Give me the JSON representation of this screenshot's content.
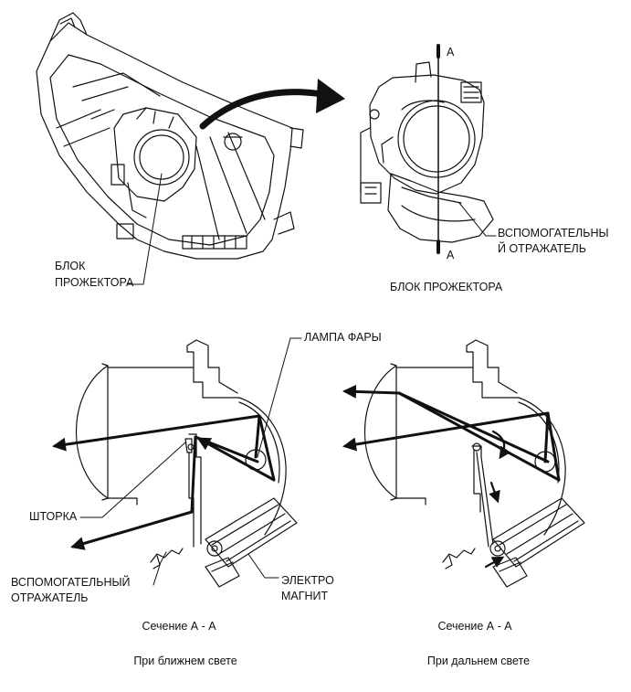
{
  "top": {
    "section_marker_top": "A",
    "section_marker_bottom": "A",
    "label_projector_left_line1": "БЛОК",
    "label_projector_left_line2": "ПРОЖЕКТОРА",
    "label_aux_reflector_right_line1": "ВСПОМОГАТЕЛЬНЫ",
    "label_aux_reflector_right_line2": "Й ОТРАЖАТЕЛЬ",
    "label_projector_right": "БЛОК ПРОЖЕКТОРА"
  },
  "bottom_left": {
    "label_shutter": "ШТОРКА",
    "label_aux_reflector_line1": "ВСПОМОГАТЕЛЬНЫЙ",
    "label_aux_reflector_line2": "ОТРАЖАТЕЛЬ",
    "label_electromagnet_line1": "ЭЛЕКТРО",
    "label_electromagnet_line2": "МАГНИТ",
    "caption_section": "Сечение А - А",
    "caption_mode": "При ближнем свете"
  },
  "bottom_right": {
    "label_headlamp_bulb": "ЛАМПА ФАРЫ",
    "caption_section": "Сечение А - А",
    "caption_mode": "При дальнем свете"
  }
}
